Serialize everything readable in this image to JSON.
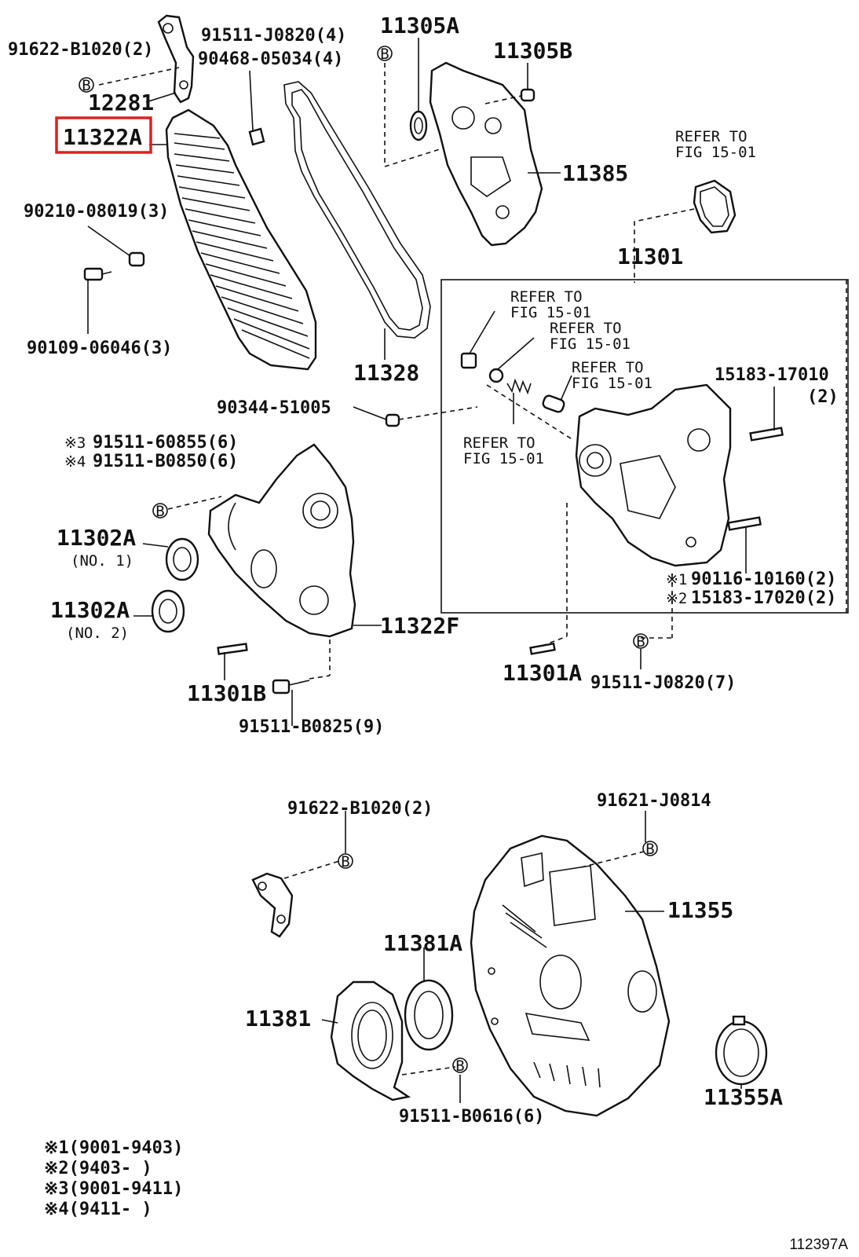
{
  "labels": {
    "p91622_top": "91622-B1020(2)",
    "p91511_top": "91511-J0820(4)",
    "p90468": "90468-05034(4)",
    "p11305A": "11305A",
    "p11305B": "11305B",
    "p12281": "12281",
    "p11322A": "11322A",
    "p11385": "11385",
    "refer1": "REFER TO",
    "refer1b": "FIG 15-01",
    "p90210": "90210-08019(3)",
    "p11301": "11301",
    "refer2": "REFER TO",
    "refer2b": "FIG 15-01",
    "refer3": "REFER TO",
    "refer3b": "FIG 15-01",
    "p90109": "90109-06046(3)",
    "p11328": "11328",
    "refer4": "REFER TO",
    "refer4b": "FIG 15-01",
    "p15183a": "15183-17010",
    "p15183a_qty": "(2)",
    "p90344": "90344-51005",
    "p91511_60855": "91511-60855(6)",
    "p91511_60855_mark": "※3",
    "p91511_B0850": "91511-B0850(6)",
    "p91511_B0850_mark": "※4",
    "refer5": "REFER TO",
    "refer5b": "FIG 15-01",
    "p11302A_1": "11302A",
    "p11302A_1_sub": "(NO. 1)",
    "p90116": "90116-10160(2)",
    "p90116_mark": "※1",
    "p15183b": "15183-17020(2)",
    "p15183b_mark": "※2",
    "p11302A_2": "11302A",
    "p11302A_2_sub": "(NO. 2)",
    "p11322F": "11322F",
    "p11301A": "11301A",
    "p91511_J0820_7": "91511-J0820(7)",
    "p11301B": "11301B",
    "p91511_B0825": "91511-B0825(9)",
    "p91622_bot": "91622-B1020(2)",
    "p91621": "91621-J0814",
    "p11355": "11355",
    "p11381A": "11381A",
    "p11381": "11381",
    "p11355A": "11355A",
    "p91511_B0616": "91511-B0616(6)",
    "legend1": "※1(9001-9403)",
    "legend2": "※2(9403-     )",
    "legend3": "※3(9001-9411)",
    "legend4": "※4(9411-     )",
    "figure_id": "112397A",
    "bolt_mark": "B"
  },
  "highlight_color": "#e02020",
  "highlighted_part": "11322A"
}
